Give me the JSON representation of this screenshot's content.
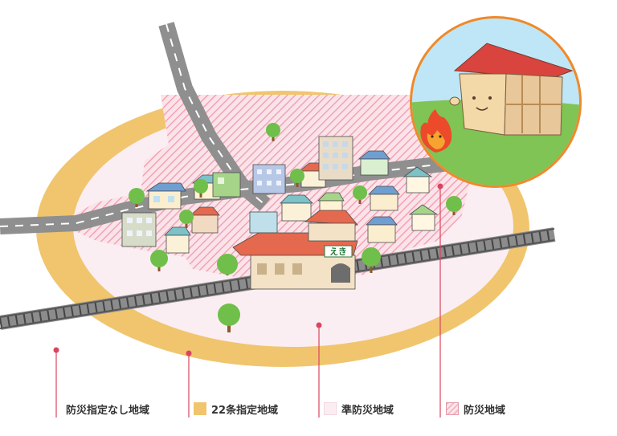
{
  "legend": {
    "no_designation": "防災指定なし地域",
    "article22": "22条指定地域",
    "semi_fire": "準防災地域",
    "fire": "防災地域"
  },
  "station_sign": "えき",
  "colors": {
    "article22_ring": "#f0c56e",
    "semi_fire_fill": "#fbeef3",
    "fire_hatch": "#f3a3b2",
    "leader_line": "#d9455f",
    "bubble_border": "#ef8a2a"
  },
  "icons": [
    "house-icon",
    "building-icon",
    "tree-icon",
    "fire-mascot-icon",
    "house-mascot-icon"
  ]
}
